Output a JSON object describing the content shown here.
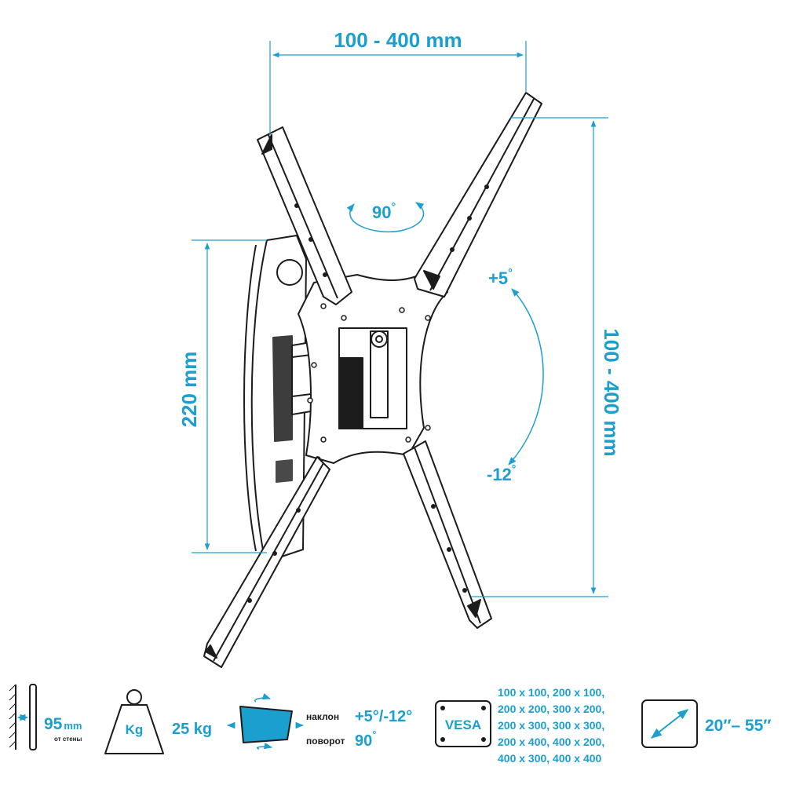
{
  "colors": {
    "accent": "#1a9fcf",
    "line": "#1c1c1c",
    "fill": "#ffffff"
  },
  "dimensions": {
    "top_width": "100 - 400 mm",
    "right_height": "100 - 400 mm",
    "left_height": "220 mm",
    "rotation": "90",
    "tilt_up": "+5",
    "tilt_down": "-12",
    "degree_symbol": "°"
  },
  "specs": {
    "wall_distance": {
      "value": "95",
      "unit": "mm",
      "caption": "от стены",
      "icon": "wall-distance-icon"
    },
    "weight": {
      "icon_label": "Kg",
      "value": "25 kg",
      "icon": "weight-icon"
    },
    "motion": {
      "tilt_label": "наклон",
      "tilt_value": "+5°/-12°",
      "swivel_label": "поворот",
      "swivel_value": "90",
      "icon": "tilt-swivel-icon"
    },
    "vesa": {
      "icon_label": "VESA",
      "lines": [
        "100 x 100, 200 x 100,",
        "200 x 200, 300 x 200,",
        "200 x 300, 300 x 300,",
        "200 x 400, 400 x 200,",
        "400 x 300, 400 x 400"
      ]
    },
    "screen_size": {
      "value": "20″– 55″",
      "icon": "screen-diagonal-icon"
    }
  }
}
